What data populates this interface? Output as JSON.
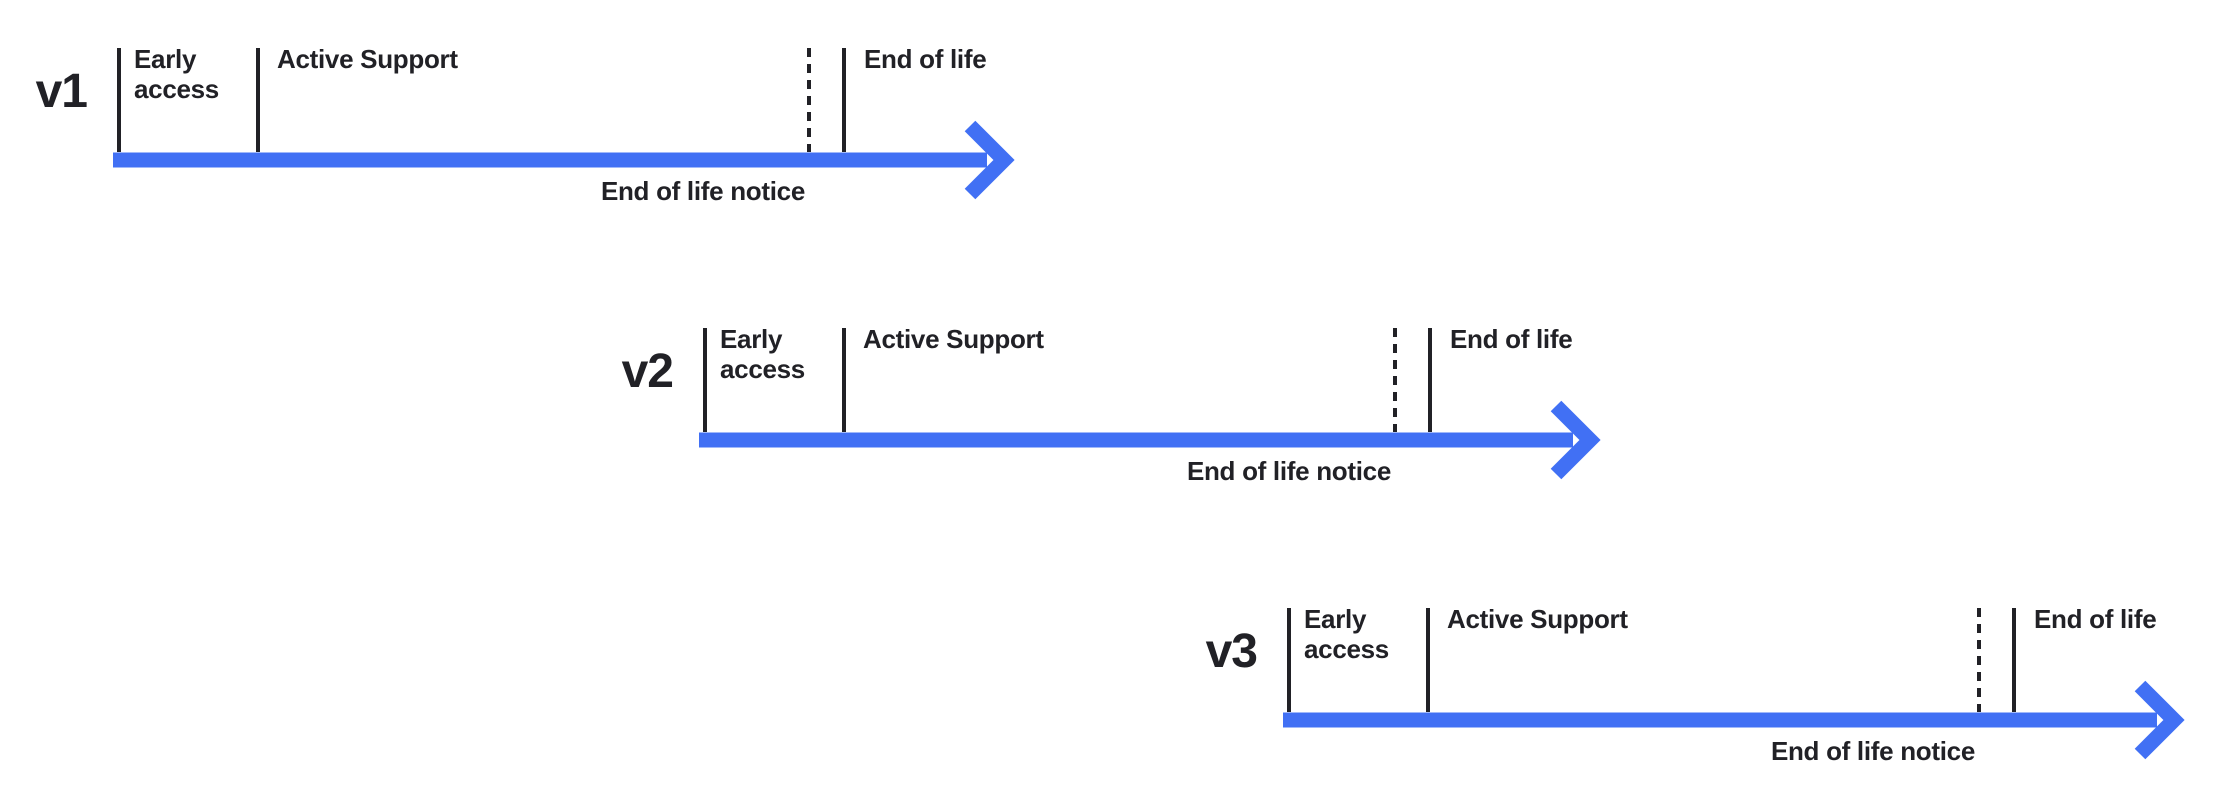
{
  "colors": {
    "arrow_blue": "#4170F4",
    "ink": "#212126",
    "background": "#ffffff"
  },
  "timelines": [
    {
      "version": "v1",
      "phases": {
        "early_access": "Early access",
        "active_support": "Active Support",
        "end_of_life": "End of life"
      },
      "notice": "End of life notice"
    },
    {
      "version": "v2",
      "phases": {
        "early_access": "Early access",
        "active_support": "Active Support",
        "end_of_life": "End of life"
      },
      "notice": "End of life notice"
    },
    {
      "version": "v3",
      "phases": {
        "early_access": "Early access",
        "active_support": "Active Support",
        "end_of_life": "End of life"
      },
      "notice": "End of life notice"
    }
  ]
}
